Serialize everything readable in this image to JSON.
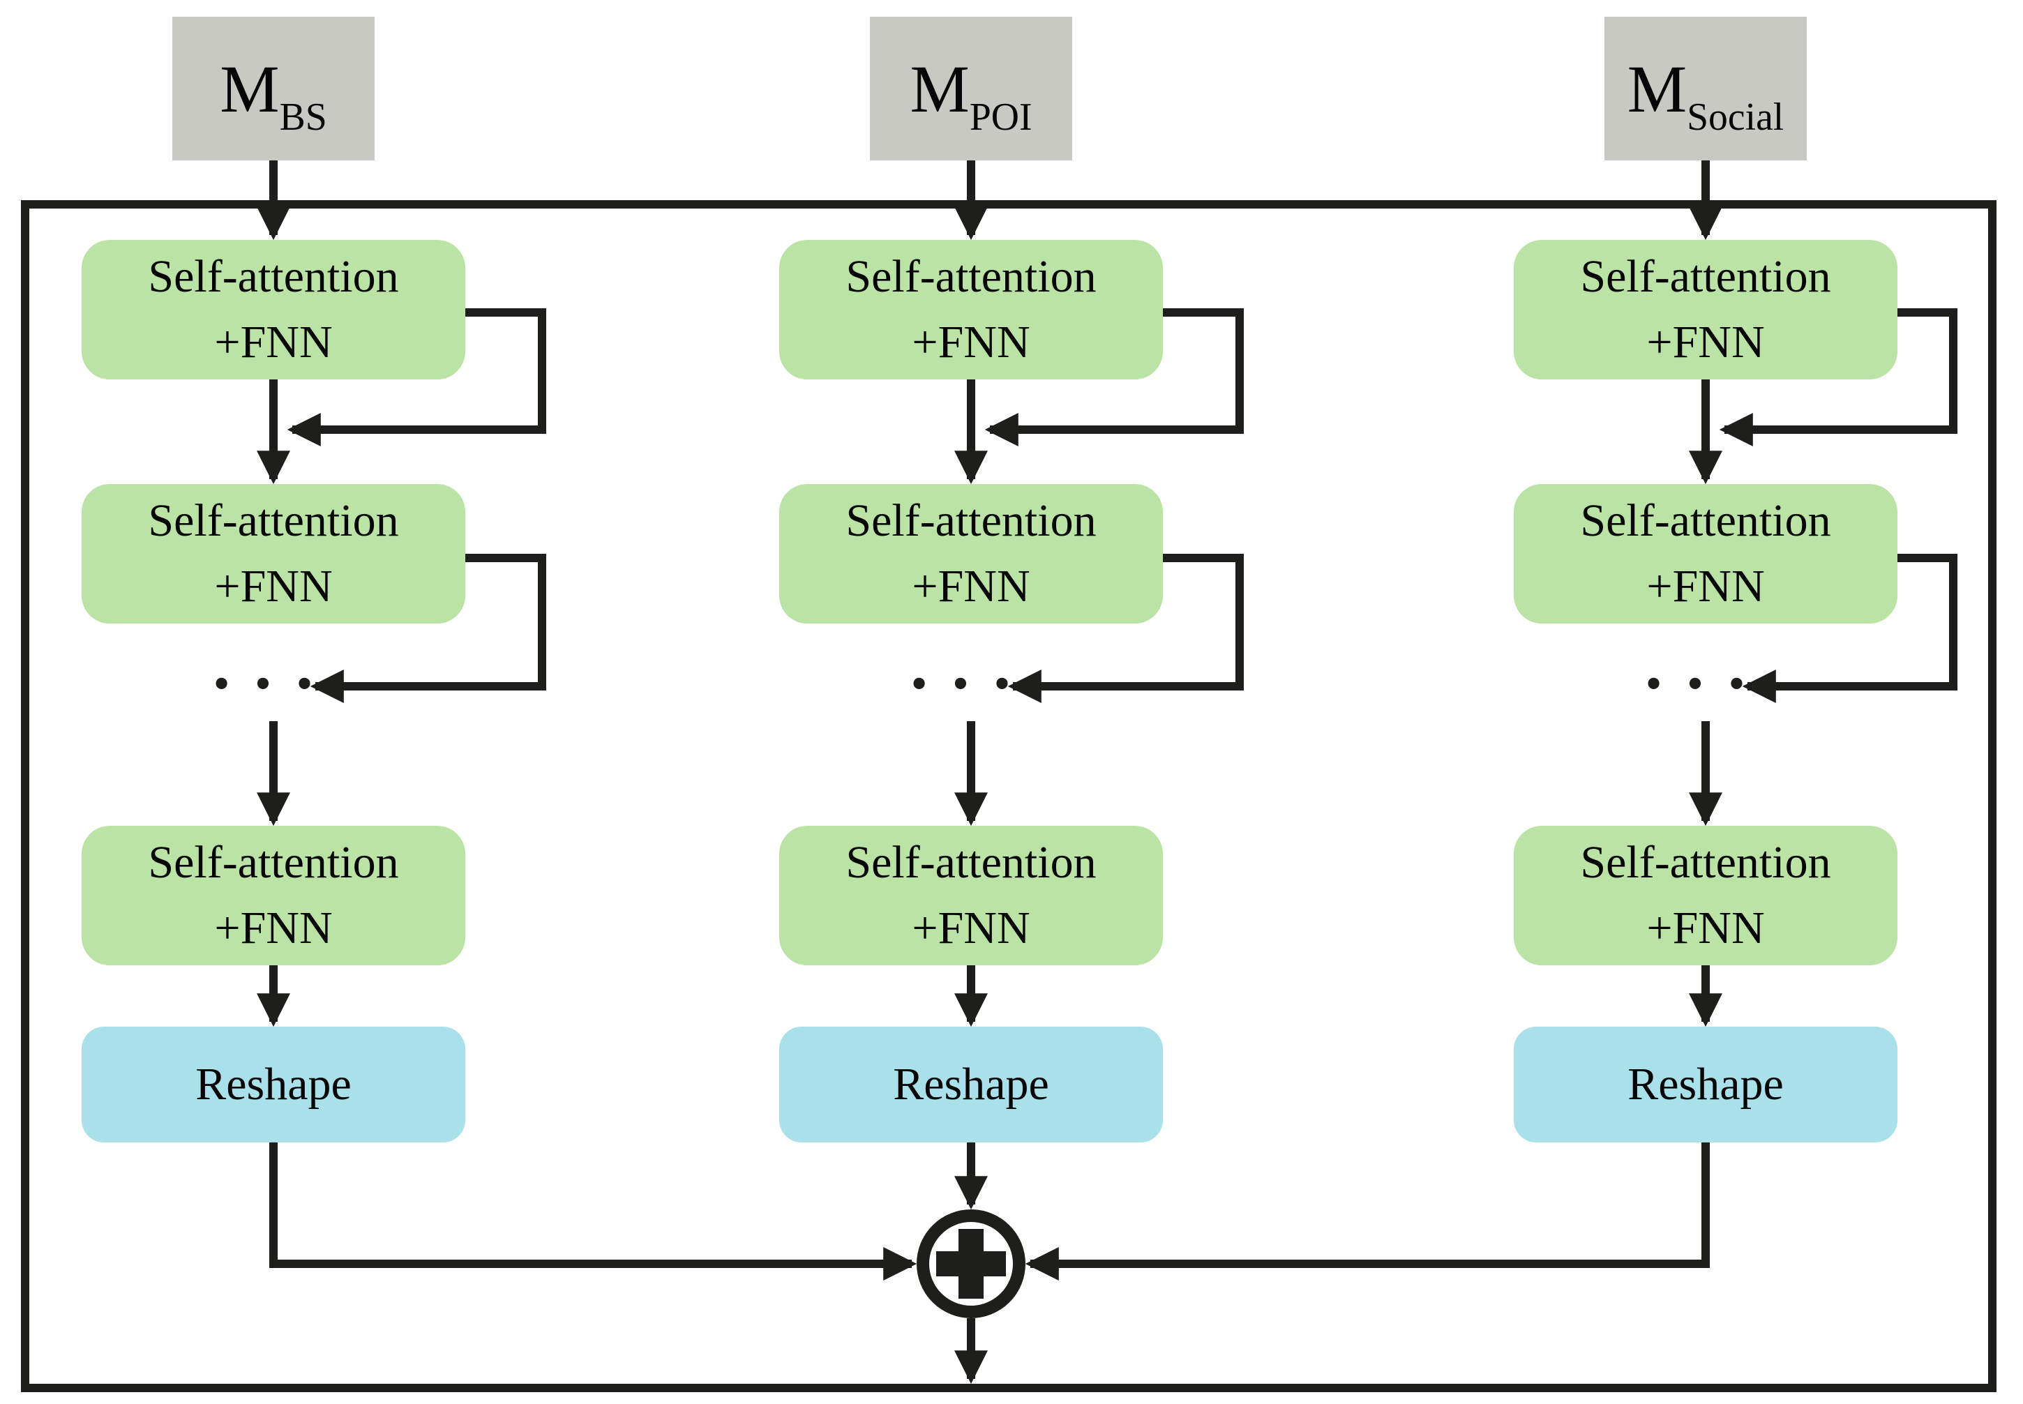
{
  "colors": {
    "block-green": "#bae3a5",
    "block-cyan": "#aae0ea",
    "block-gray": "#c8c9c3",
    "line": "#1e1e1c",
    "text": "#060606",
    "background": "#ffffff"
  },
  "columns": [
    {
      "id": "bs",
      "input": {
        "base": "M",
        "sub": "BS"
      },
      "blocks": [
        {
          "line1": "Self-attention",
          "line2": "+FNN"
        },
        {
          "line1": "Self-attention",
          "line2": "+FNN"
        },
        {
          "line1": "Self-attention",
          "line2": "+FNN"
        }
      ],
      "ellipsis": "•••",
      "reshape": "Reshape"
    },
    {
      "id": "poi",
      "input": {
        "base": "M",
        "sub": "POI"
      },
      "blocks": [
        {
          "line1": "Self-attention",
          "line2": "+FNN"
        },
        {
          "line1": "Self-attention",
          "line2": "+FNN"
        },
        {
          "line1": "Self-attention",
          "line2": "+FNN"
        }
      ],
      "ellipsis": "•••",
      "reshape": "Reshape"
    },
    {
      "id": "social",
      "input": {
        "base": "M",
        "sub": "Social"
      },
      "blocks": [
        {
          "line1": "Self-attention",
          "line2": "+FNN"
        },
        {
          "line1": "Self-attention",
          "line2": "+FNN"
        },
        {
          "line1": "Self-attention",
          "line2": "+FNN"
        }
      ],
      "ellipsis": "•••",
      "reshape": "Reshape"
    }
  ],
  "sum_node": {
    "symbol": "+"
  }
}
